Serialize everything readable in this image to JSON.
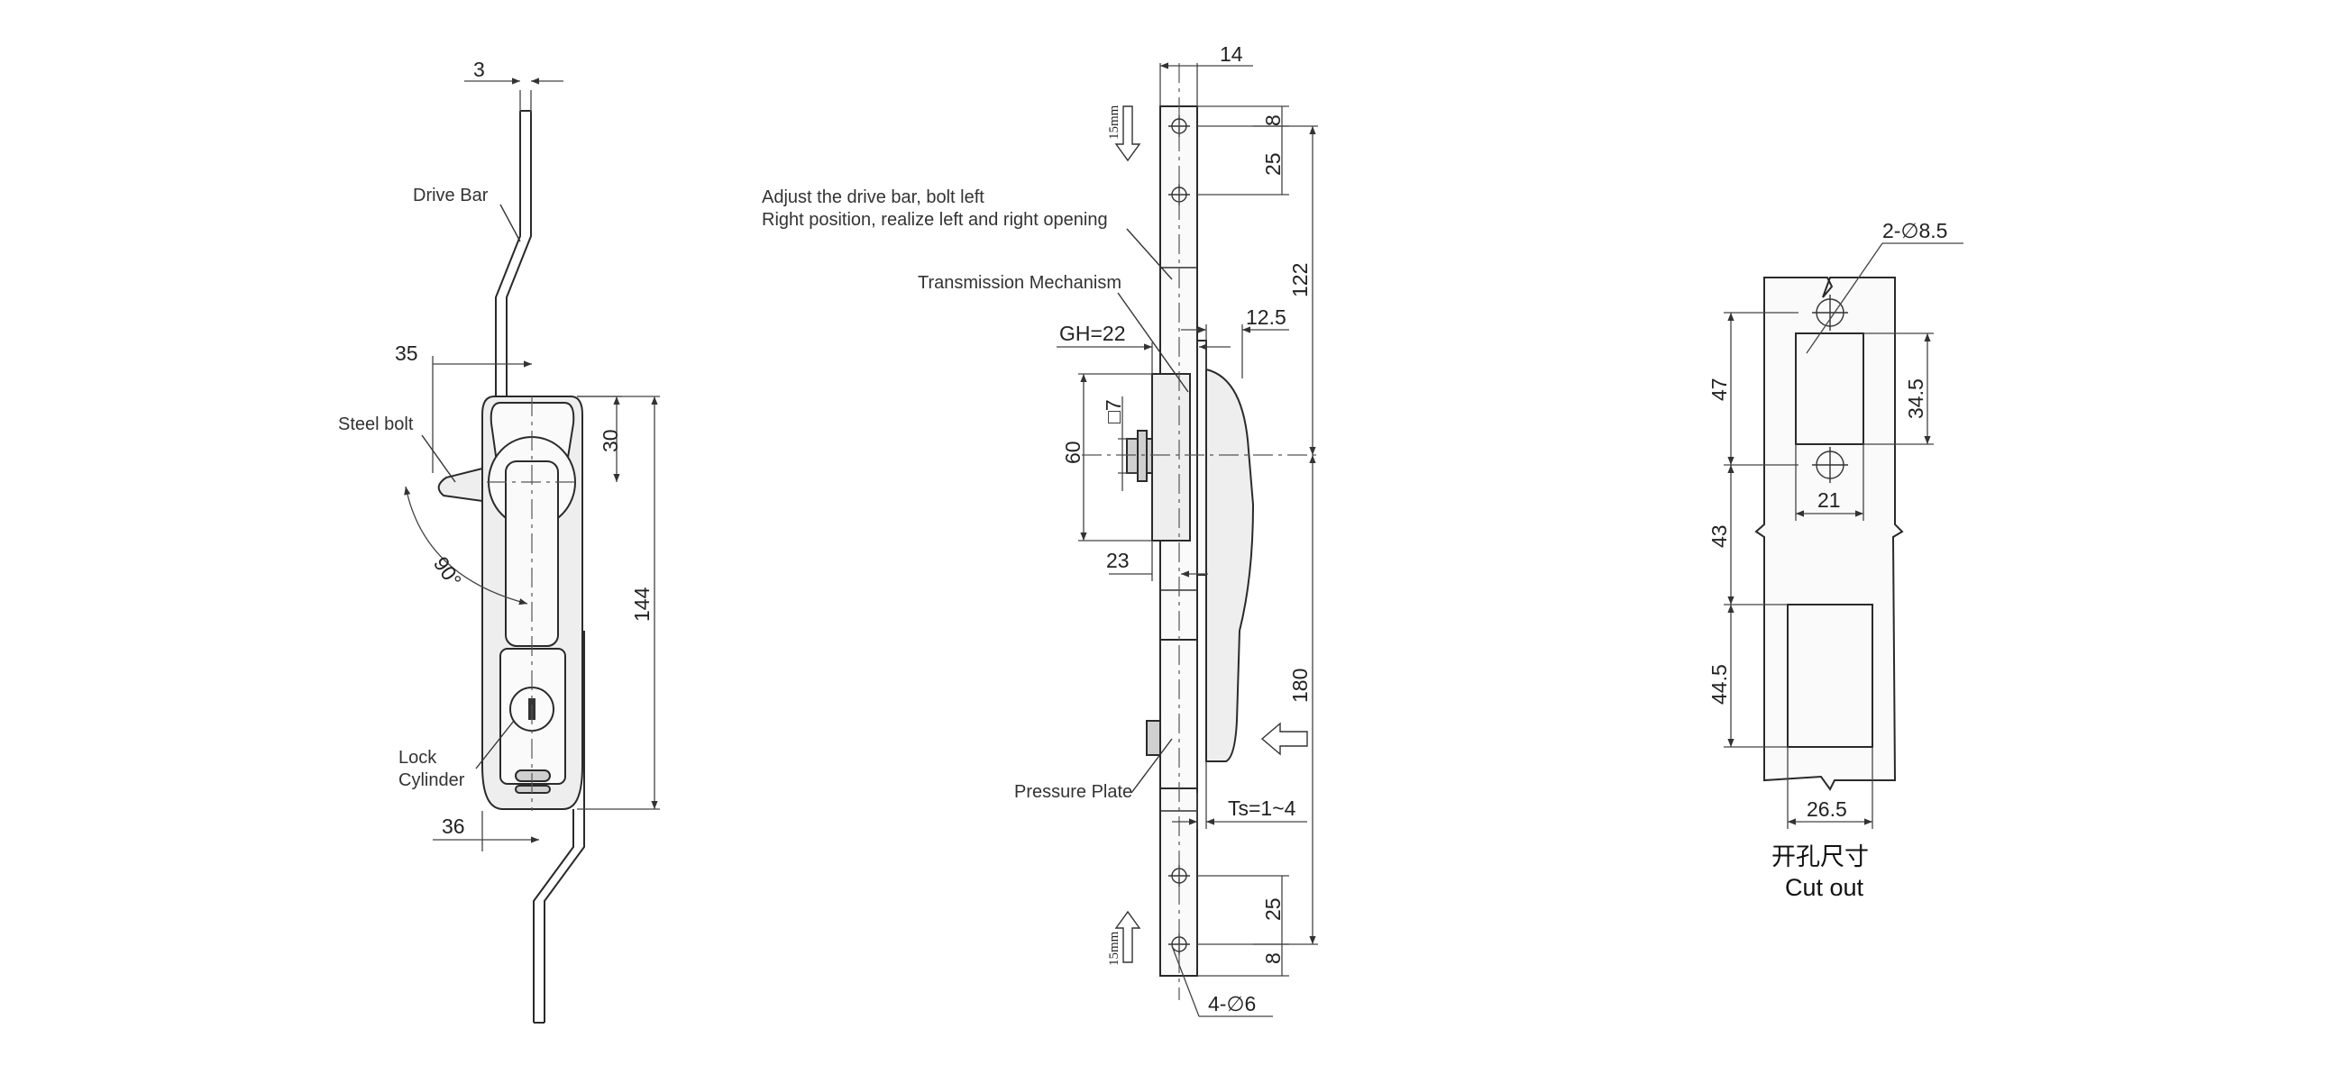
{
  "side_view": {
    "dims": {
      "bar_width": "3",
      "offset_top": "35",
      "offset_bottom": "36",
      "height_30": "30",
      "height_144": "144",
      "angle": "90°"
    },
    "labels": {
      "drive_bar": "Drive Bar",
      "steel_bolt": "Steel bolt",
      "lock_cylinder_1": "Lock",
      "lock_cylinder_2": "Cylinder"
    }
  },
  "front_view": {
    "dims": {
      "d14": "14",
      "d8_top": "8",
      "d25_top": "25",
      "d122": "122",
      "d12_5": "12.5",
      "gh": "GH=22",
      "sq7": "□7",
      "d60": "60",
      "d23": "23",
      "d180": "180",
      "ts": "Ts=1~4",
      "d25_bot": "25",
      "d8_bot": "8",
      "holes": "4-∅6",
      "stroke_top": "15mm",
      "stroke_bot": "15mm"
    },
    "labels": {
      "adjust_1": "Adjust the drive bar, bolt left",
      "adjust_2": "Right position, realize left and right opening",
      "transmission": "Transmission Mechanism",
      "pressure_plate": "Pressure Plate"
    }
  },
  "cutout": {
    "dims": {
      "holes": "2-∅8.5",
      "d47": "47",
      "d34_5": "34.5",
      "d21": "21",
      "d43": "43",
      "d44_5": "44.5",
      "d26_5": "26.5"
    },
    "title_cn": "开孔尺寸",
    "title_en": "Cut out"
  }
}
